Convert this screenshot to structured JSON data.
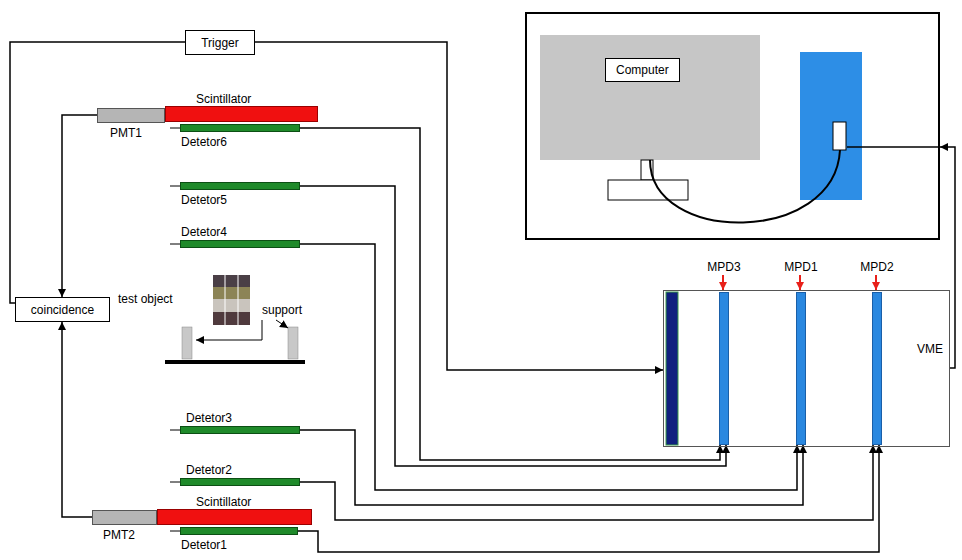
{
  "diagram": {
    "nodes": [
      {
        "text": [
          "Trigger"
        ]
      },
      {
        "text": [
          "PMT1"
        ]
      },
      {
        "text": [
          "Scintillator"
        ]
      },
      {
        "text": [
          "Detetor6"
        ]
      },
      {
        "text": [
          "Detetor5"
        ]
      },
      {
        "text": [
          "Detetor4"
        ]
      },
      {
        "text": [
          "coincidence"
        ]
      },
      {
        "text": [
          "test object"
        ]
      },
      {
        "text": [
          "Detetor3"
        ]
      },
      {
        "text": [
          "Detetor2"
        ]
      },
      {
        "text": [
          "PMT2"
        ]
      },
      {
        "text": [
          "Scintillator"
        ]
      },
      {
        "text": [
          "Detetor1"
        ]
      },
      {
        "text": [
          "Computer"
        ]
      },
      {
        "text": [
          "VME"
        ]
      },
      {
        "text": [
          "MPD3"
        ],
        "in": 14
      },
      {
        "text": [
          "MPD1"
        ],
        "in": 14
      },
      {
        "text": [
          "MPD2"
        ],
        "in": 14
      }
    ],
    "edges": [
      {
        "from": 6,
        "to": 0,
        "arrow": "none"
      },
      {
        "from": 1,
        "to": 6,
        "arrow": "to"
      },
      {
        "from": 10,
        "to": 6,
        "arrow": "to"
      },
      {
        "from": 0,
        "to": 14,
        "arrow": "to"
      },
      {
        "from": 3,
        "to": 15,
        "arrow": "to"
      },
      {
        "from": 4,
        "to": 15,
        "arrow": "to"
      },
      {
        "from": 5,
        "to": 16,
        "arrow": "to"
      },
      {
        "from": 8,
        "to": 16,
        "arrow": "to"
      },
      {
        "from": 9,
        "to": 17,
        "arrow": "to"
      },
      {
        "from": 12,
        "to": 17,
        "arrow": "to"
      },
      {
        "from": 14,
        "to": 13,
        "arrow": "to"
      }
    ],
    "labels": [
      "support"
    ]
  }
}
